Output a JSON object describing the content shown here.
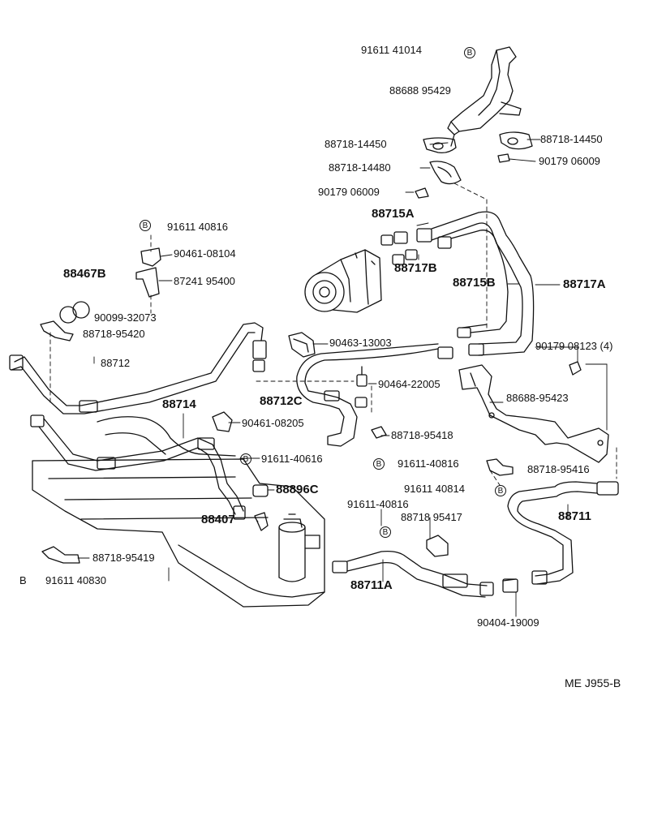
{
  "labels": {
    "p_91611_41014": "91611 41014",
    "p_88688_95429": "88688 95429",
    "p_88718_14450_l": "88718-14450",
    "p_88718_14450_r": "88718-14450",
    "p_88718_14480": "88718-14480",
    "p_90179_06009_r": "90179 06009",
    "p_90179_06009_l": "90179 06009",
    "p_88715A": "88715A",
    "p_88717B": "88717B",
    "p_88715B": "88715B",
    "p_88717A": "88717A",
    "p_91611_40816_top": "91611 40816",
    "p_90461_08104": "90461-08104",
    "p_88467B": "88467B",
    "p_87241_95400": "87241 95400",
    "p_90099_32073": "90099-32073",
    "p_88718_95420": "88718-95420",
    "p_90463_13003": "90463-13003",
    "p_90179_08123": "90179 08123 (4)",
    "p_88712": "88712",
    "p_90464_22005": "90464-22005",
    "p_88688_95423": "88688-95423",
    "p_88712C": "88712C",
    "p_88714": "88714",
    "p_90461_08205": "90461-08205",
    "p_88718_95418": "88718-95418",
    "p_91611_40616": "91611-40616",
    "p_91611_40816_mid": "91611-40816",
    "p_88718_95416": "88718-95416",
    "p_88896C": "88896C",
    "p_91611_40814": "91611 40814",
    "p_88711": "88711",
    "p_88407": "88407",
    "p_91611_40816_low": "91611-40816",
    "p_88718_95417": "88718 95417",
    "p_88718_95419": "88718-95419",
    "p_91611_40830": "91611 40830",
    "p_88711A": "88711A",
    "p_90404_19009": "90404-19009"
  },
  "markers": {
    "b": "B"
  },
  "footer": {
    "code": "ME J955-B"
  }
}
